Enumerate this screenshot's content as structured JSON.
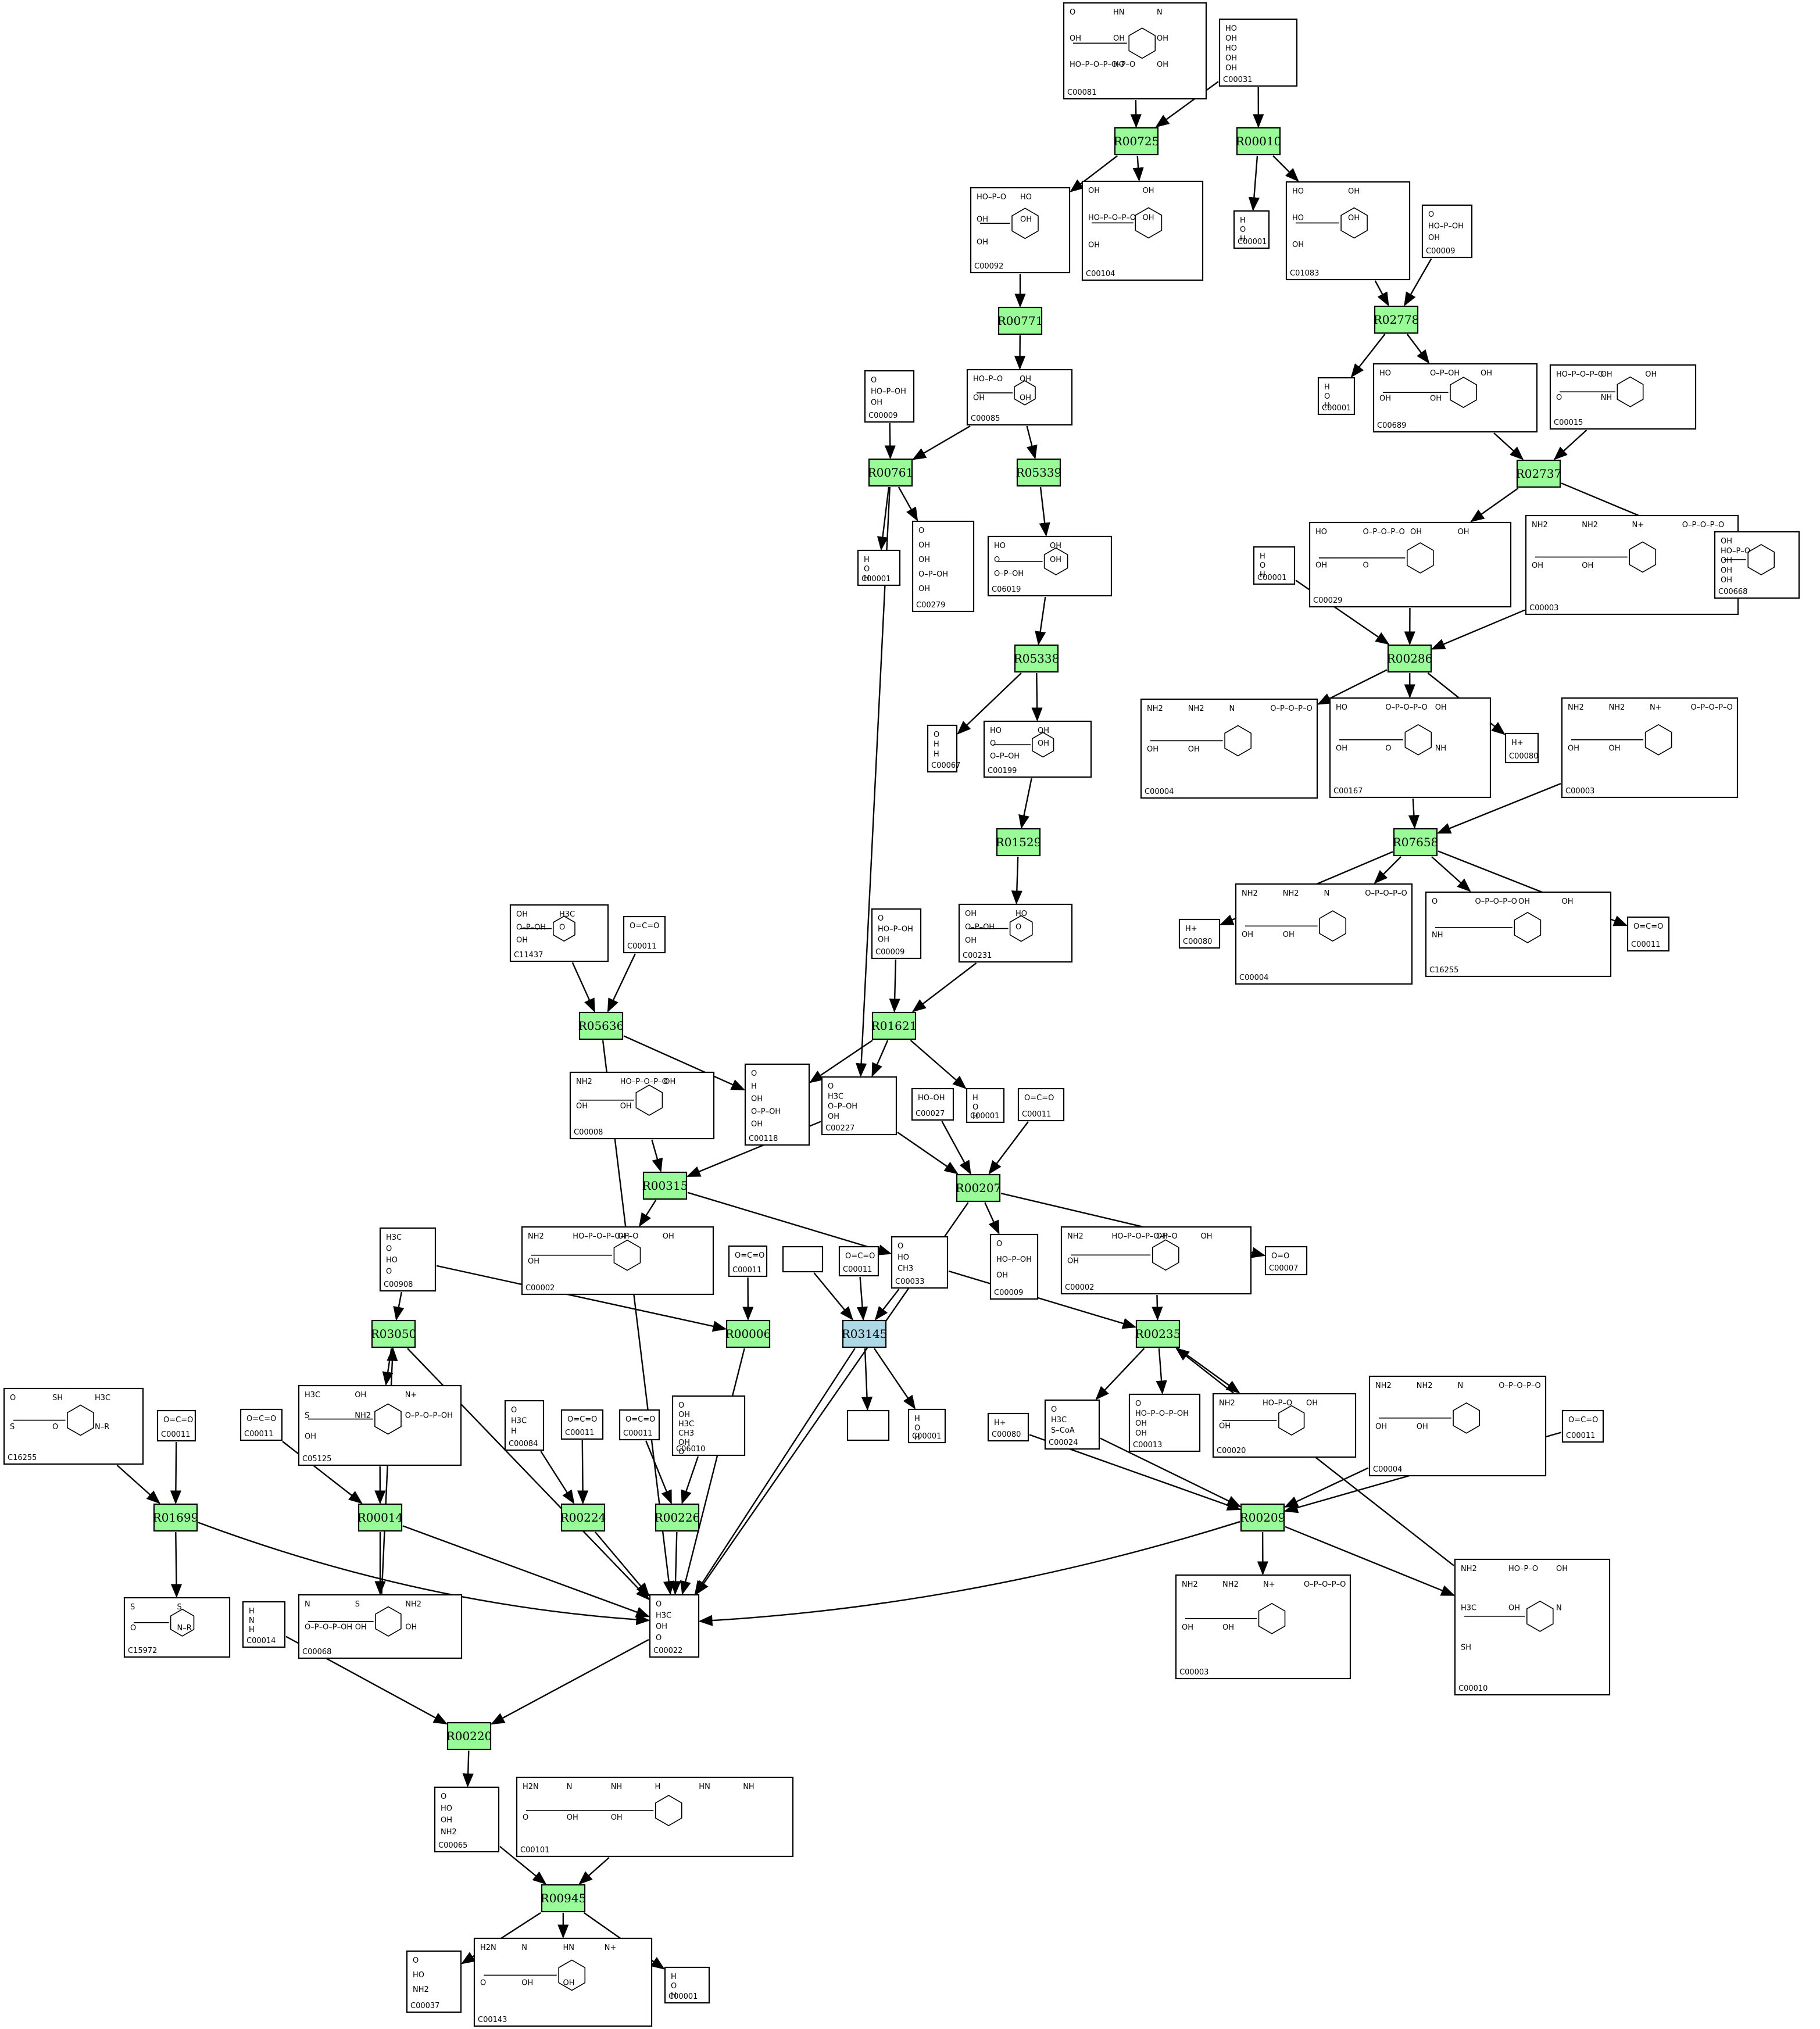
{
  "colors": {
    "reaction_fill": "#98fb98",
    "reaction_highlight_fill": "#add8e6",
    "compound_fill": "#ffffff",
    "edge": "#000000"
  },
  "reactions": [
    {
      "id": "R00725",
      "label": "R00725"
    },
    {
      "id": "R00010",
      "label": "R00010"
    },
    {
      "id": "R00771",
      "label": "R00771"
    },
    {
      "id": "R02778",
      "label": "R02778"
    },
    {
      "id": "R00761",
      "label": "R00761"
    },
    {
      "id": "R05339",
      "label": "R05339"
    },
    {
      "id": "R02737",
      "label": "R02737"
    },
    {
      "id": "R05338",
      "label": "R05338"
    },
    {
      "id": "R00286",
      "label": "R00286"
    },
    {
      "id": "R01529",
      "label": "R01529"
    },
    {
      "id": "R07658",
      "label": "R07658"
    },
    {
      "id": "R05636",
      "label": "R05636"
    },
    {
      "id": "R01621",
      "label": "R01621"
    },
    {
      "id": "R00315",
      "label": "R00315"
    },
    {
      "id": "R00207",
      "label": "R00207"
    },
    {
      "id": "R03050",
      "label": "R03050"
    },
    {
      "id": "R00006",
      "label": "R00006"
    },
    {
      "id": "R03145",
      "label": "R03145",
      "highlight": true
    },
    {
      "id": "R00235",
      "label": "R00235"
    },
    {
      "id": "R01699",
      "label": "R01699"
    },
    {
      "id": "R00014",
      "label": "R00014"
    },
    {
      "id": "R00224",
      "label": "R00224"
    },
    {
      "id": "R00226",
      "label": "R00226"
    },
    {
      "id": "R00209",
      "label": "R00209"
    },
    {
      "id": "R00220",
      "label": "R00220"
    },
    {
      "id": "R00945",
      "label": "R00945"
    }
  ],
  "compounds": [
    {
      "key": "n1",
      "label": "C00081",
      "atoms": [
        "O",
        "HN",
        "N",
        "OH",
        "OH",
        "OH",
        "HO–P–O–P–O–P–O",
        "HO",
        "OH"
      ]
    },
    {
      "key": "n2",
      "label": "C00031",
      "atoms": [
        "HO",
        "OH",
        "HO",
        "OH",
        "OH"
      ]
    },
    {
      "key": "n3",
      "label": "C00092",
      "atoms": [
        "HO–P–O",
        "HO",
        "OH",
        "OH",
        "OH"
      ]
    },
    {
      "key": "n4",
      "label": "C00104",
      "atoms": [
        "OH",
        "OH",
        "HO–P–O–P–O",
        "OH",
        "OH"
      ]
    },
    {
      "key": "n5",
      "label": "C00001",
      "atoms": [
        "H",
        "O",
        "H"
      ]
    },
    {
      "key": "n6",
      "label": "C01083",
      "atoms": [
        "HO",
        "OH",
        "HO",
        "OH",
        "OH"
      ]
    },
    {
      "key": "n7",
      "label": "C00009",
      "atoms": [
        "O",
        "HO–P–OH",
        "OH"
      ]
    },
    {
      "key": "n8",
      "label": "C00009",
      "atoms": [
        "O",
        "HO–P–OH",
        "OH"
      ]
    },
    {
      "key": "n9",
      "label": "C00085",
      "atoms": [
        "HO–P–O",
        "OH",
        "OH",
        "OH"
      ]
    },
    {
      "key": "n10",
      "label": "C00001",
      "atoms": [
        "H",
        "O",
        "H"
      ]
    },
    {
      "key": "n11",
      "label": "C00689",
      "atoms": [
        "HO",
        "O–P–OH",
        "OH",
        "OH",
        "OH"
      ]
    },
    {
      "key": "n12",
      "label": "C00015",
      "atoms": [
        "HO–P–O–P–O",
        "OH",
        "OH",
        "O",
        "NH"
      ]
    },
    {
      "key": "n13",
      "label": "C00001",
      "atoms": [
        "H",
        "O",
        "H"
      ]
    },
    {
      "key": "n14",
      "label": "C00279",
      "atoms": [
        "O",
        "OH",
        "OH",
        "O–P–OH",
        "OH"
      ]
    },
    {
      "key": "n15",
      "label": "C06019",
      "atoms": [
        "HO",
        "OH",
        "O",
        "OH",
        "O–P–OH"
      ]
    },
    {
      "key": "n16",
      "label": "C00001",
      "atoms": [
        "H",
        "O",
        "H"
      ]
    },
    {
      "key": "n17",
      "label": "C00029",
      "atoms": [
        "HO",
        "O–P–O–P–O",
        "OH",
        "OH",
        "OH",
        "O"
      ]
    },
    {
      "key": "n18",
      "label": "C00003",
      "atoms": [
        "NH2",
        "NH2",
        "N+",
        "O–P–O–P–O",
        "OH",
        "OH"
      ]
    },
    {
      "key": "n19",
      "label": "C00668",
      "atoms": [
        "OH",
        "HO–P–O",
        "OH",
        "OH",
        "OH"
      ]
    },
    {
      "key": "n20",
      "label": "C00067",
      "atoms": [
        "O",
        "H",
        "H"
      ]
    },
    {
      "key": "n21",
      "label": "C00199",
      "atoms": [
        "HO",
        "OH",
        "O",
        "OH",
        "O–P–OH"
      ]
    },
    {
      "key": "n22",
      "label": "C00004",
      "atoms": [
        "NH2",
        "NH2",
        "N",
        "O–P–O–P–O",
        "OH",
        "OH"
      ]
    },
    {
      "key": "n23",
      "label": "C00167",
      "atoms": [
        "HO",
        "O–P–O–P–O",
        "OH",
        "OH",
        "O",
        "NH"
      ]
    },
    {
      "key": "n24",
      "label": "C00080",
      "atoms": [
        "H+"
      ]
    },
    {
      "key": "n25",
      "label": "C00003",
      "atoms": [
        "NH2",
        "NH2",
        "N+",
        "O–P–O–P–O",
        "OH",
        "OH"
      ]
    },
    {
      "key": "n26",
      "label": "C11437",
      "atoms": [
        "OH",
        "H3C",
        "O–P–OH",
        "O",
        "OH"
      ]
    },
    {
      "key": "n27",
      "label": "C00011",
      "atoms": [
        "O=C=O"
      ]
    },
    {
      "key": "n28",
      "label": "C00009",
      "atoms": [
        "O",
        "HO–P–OH",
        "OH"
      ]
    },
    {
      "key": "n29",
      "label": "C00231",
      "atoms": [
        "OH",
        "HO",
        "O–P–OH",
        "O",
        "OH"
      ]
    },
    {
      "key": "n30",
      "label": "C00080",
      "atoms": [
        "H+"
      ]
    },
    {
      "key": "n31",
      "label": "C00004",
      "atoms": [
        "NH2",
        "NH2",
        "N",
        "O–P–O–P–O",
        "OH",
        "OH"
      ]
    },
    {
      "key": "n32",
      "label": "C16255",
      "atoms": [
        "O",
        "O–P–O–P–O",
        "OH",
        "OH",
        "NH"
      ]
    },
    {
      "key": "n33",
      "label": "C00011",
      "atoms": [
        "O=C=O"
      ]
    },
    {
      "key": "n34",
      "label": "C00008",
      "atoms": [
        "NH2",
        "HO–P–O–P–O",
        "OH",
        "OH",
        "OH"
      ]
    },
    {
      "key": "n35",
      "label": "C00118",
      "atoms": [
        "O",
        "H",
        "OH",
        "O–P–OH",
        "OH"
      ]
    },
    {
      "key": "n36",
      "label": "C00227",
      "atoms": [
        "O",
        "H3C",
        "O–P–OH",
        "OH"
      ]
    },
    {
      "key": "n37",
      "label": "C00027",
      "atoms": [
        "HO–OH"
      ]
    },
    {
      "key": "n38",
      "label": "C00001",
      "atoms": [
        "H",
        "O",
        "H"
      ]
    },
    {
      "key": "n39",
      "label": "C00011",
      "atoms": [
        "O=C=O"
      ]
    },
    {
      "key": "n40",
      "label": "C00908",
      "atoms": [
        "H3C",
        "O",
        "HO",
        "O"
      ]
    },
    {
      "key": "n41",
      "label": "C00002",
      "atoms": [
        "NH2",
        "HO–P–O–P–O–P–O",
        "OH",
        "OH",
        "OH"
      ]
    },
    {
      "key": "n42",
      "label": "C00011",
      "atoms": [
        "O=C=O"
      ]
    },
    {
      "key": "n43",
      "label": "",
      "atoms": []
    },
    {
      "key": "n44",
      "label": "C00011",
      "atoms": [
        "O=C=O"
      ]
    },
    {
      "key": "n45",
      "label": "C00033",
      "atoms": [
        "O",
        "HO",
        "CH3"
      ]
    },
    {
      "key": "n46",
      "label": "C00009",
      "atoms": [
        "O",
        "HO–P–OH",
        "OH"
      ]
    },
    {
      "key": "n47",
      "label": "C00002",
      "atoms": [
        "NH2",
        "HO–P–O–P–O–P–O",
        "OH",
        "OH",
        "OH"
      ]
    },
    {
      "key": "n48",
      "label": "C00007",
      "atoms": [
        "O=O"
      ]
    },
    {
      "key": "n49",
      "label": "C16255",
      "atoms": [
        "O",
        "SH",
        "H3C",
        "S",
        "O",
        "N–R"
      ]
    },
    {
      "key": "n50",
      "label": "C00011",
      "atoms": [
        "O=C=O"
      ]
    },
    {
      "key": "n51",
      "label": "C00011",
      "atoms": [
        "O=C=O"
      ]
    },
    {
      "key": "n52",
      "label": "C05125",
      "atoms": [
        "H3C",
        "OH",
        "N+",
        "S",
        "NH2",
        "O–P–O–P–OH",
        "OH"
      ]
    },
    {
      "key": "n53",
      "label": "C00084",
      "atoms": [
        "O",
        "H3C",
        "H"
      ]
    },
    {
      "key": "n54",
      "label": "C00011",
      "atoms": [
        "O=C=O"
      ]
    },
    {
      "key": "n55",
      "label": "C00011",
      "atoms": [
        "O=C=O"
      ]
    },
    {
      "key": "n56",
      "label": "C06010",
      "atoms": [
        "O",
        "OH",
        "H3C",
        "CH3",
        "OH",
        "O"
      ]
    },
    {
      "key": "n57",
      "label": "",
      "atoms": []
    },
    {
      "key": "n58",
      "label": "C00001",
      "atoms": [
        "H",
        "O",
        "H"
      ]
    },
    {
      "key": "n59",
      "label": "C00080",
      "atoms": [
        "H+"
      ]
    },
    {
      "key": "n60",
      "label": "C00024",
      "atoms": [
        "O",
        "H3C",
        "S–CoA"
      ]
    },
    {
      "key": "n61",
      "label": "C00013",
      "atoms": [
        "O",
        "HO–P–O–P–OH",
        "OH",
        "OH"
      ]
    },
    {
      "key": "n62",
      "label": "C00020",
      "atoms": [
        "NH2",
        "HO–P–O",
        "OH",
        "OH"
      ]
    },
    {
      "key": "n63",
      "label": "C00004",
      "atoms": [
        "NH2",
        "NH2",
        "N",
        "O–P–O–P–O",
        "OH",
        "OH"
      ]
    },
    {
      "key": "n64",
      "label": "C00011",
      "atoms": [
        "O=C=O"
      ]
    },
    {
      "key": "n65",
      "label": "C15972",
      "atoms": [
        "S",
        "S",
        "O",
        "N–R"
      ]
    },
    {
      "key": "n66",
      "label": "C00014",
      "atoms": [
        "H",
        "N",
        "H"
      ]
    },
    {
      "key": "n67",
      "label": "C00068",
      "atoms": [
        "N",
        "S",
        "NH2",
        "O–P–O–P–OH",
        "OH",
        "OH"
      ]
    },
    {
      "key": "n68",
      "label": "C00022",
      "atoms": [
        "O",
        "H3C",
        "OH",
        "O"
      ]
    },
    {
      "key": "n69",
      "label": "C00003",
      "atoms": [
        "NH2",
        "NH2",
        "N+",
        "O–P–O–P–O",
        "OH",
        "OH"
      ]
    },
    {
      "key": "n70",
      "label": "C00010",
      "atoms": [
        "NH2",
        "HO–P–O",
        "OH",
        "H3C",
        "OH",
        "N",
        "SH"
      ]
    },
    {
      "key": "n71",
      "label": "C00065",
      "atoms": [
        "O",
        "HO",
        "OH",
        "NH2"
      ]
    },
    {
      "key": "n72",
      "label": "C00101",
      "atoms": [
        "H2N",
        "N",
        "NH",
        "H",
        "HN",
        "NH",
        "O",
        "OH",
        "OH"
      ]
    },
    {
      "key": "n73",
      "label": "C00037",
      "atoms": [
        "O",
        "HO",
        "NH2"
      ]
    },
    {
      "key": "n74",
      "label": "C00143",
      "atoms": [
        "H2N",
        "N",
        "HN",
        "N+",
        "O",
        "OH",
        "OH"
      ]
    },
    {
      "key": "n75",
      "label": "C00001",
      "atoms": [
        "H",
        "O",
        "H"
      ]
    }
  ]
}
